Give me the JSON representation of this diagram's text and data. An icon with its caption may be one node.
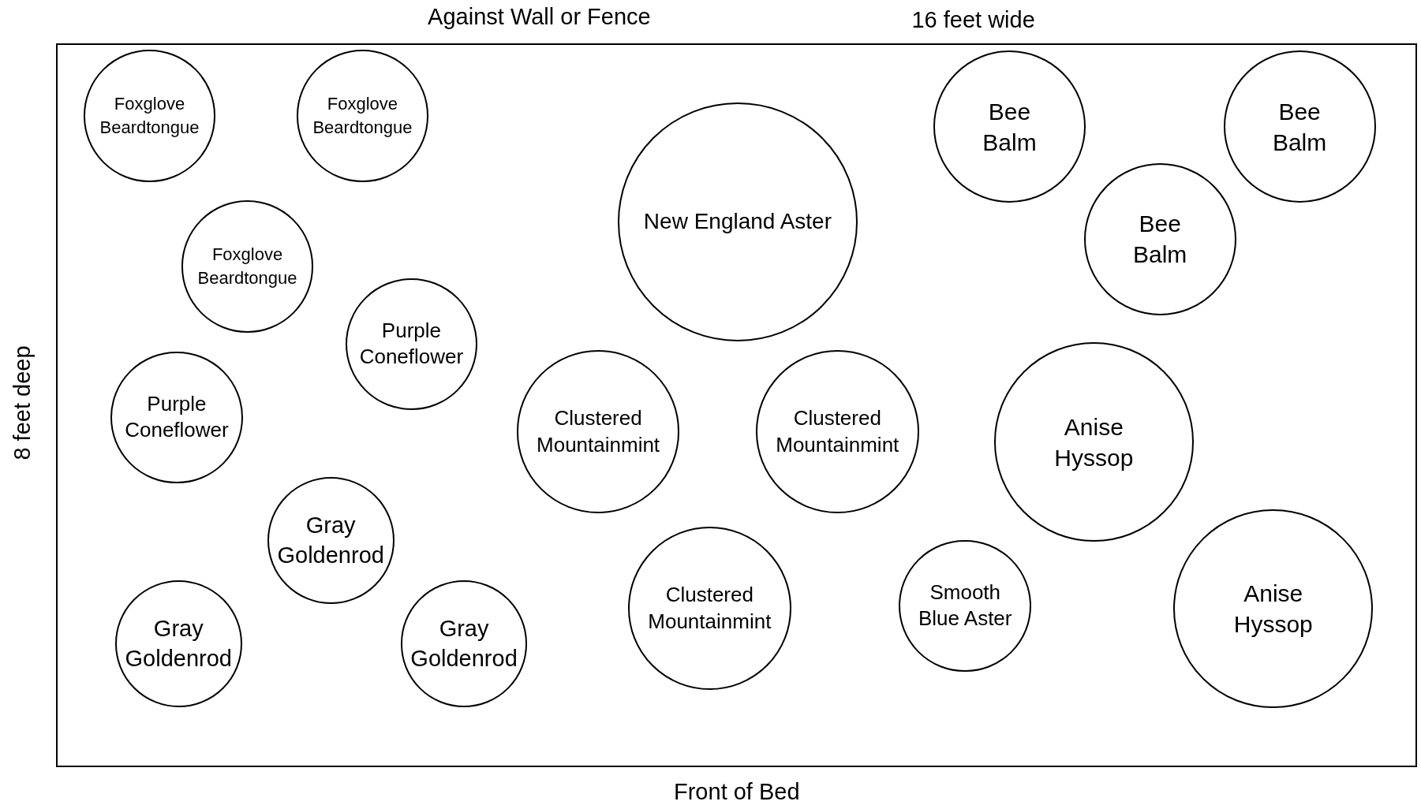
{
  "diagram": {
    "nodes": [
      {
        "text": [],
        "shape": "box"
      },
      {
        "text": [
          "Foxglove Beardtongue"
        ],
        "in": 0
      },
      {
        "text": [
          "Foxglove Beardtongue"
        ],
        "in": 0
      },
      {
        "text": [
          "New England Aster"
        ],
        "in": 0
      },
      {
        "text": [
          "Bee Balm"
        ],
        "in": 0
      },
      {
        "text": [
          "Bee Balm"
        ],
        "in": 0
      },
      {
        "text": [
          "Foxglove Beardtongue"
        ],
        "in": 0
      },
      {
        "text": [
          "Bee Balm"
        ],
        "in": 0
      },
      {
        "text": [
          "Purple Coneflower"
        ],
        "in": 0
      },
      {
        "text": [
          "Purple Coneflower"
        ],
        "in": 0
      },
      {
        "text": [
          "Clustered Mountainmint"
        ],
        "in": 0
      },
      {
        "text": [
          "Clustered Mountainmint"
        ],
        "in": 0
      },
      {
        "text": [
          "Anise Hyssop"
        ],
        "in": 0
      },
      {
        "text": [
          "Gray Goldenrod"
        ],
        "in": 0
      },
      {
        "text": [
          "Clustered Mountainmint"
        ],
        "in": 0
      },
      {
        "text": [
          "Smooth Blue Aster"
        ],
        "in": 0
      },
      {
        "text": [
          "Anise Hyssop"
        ],
        "in": 0
      },
      {
        "text": [
          "Gray Goldenrod"
        ],
        "in": 0
      },
      {
        "text": [
          "Gray Goldenrod"
        ],
        "in": 0
      }
    ],
    "labels": [
      "Against Wall or Fence",
      "16 feet wide",
      "8 feet deep",
      "Front of Bed"
    ]
  }
}
